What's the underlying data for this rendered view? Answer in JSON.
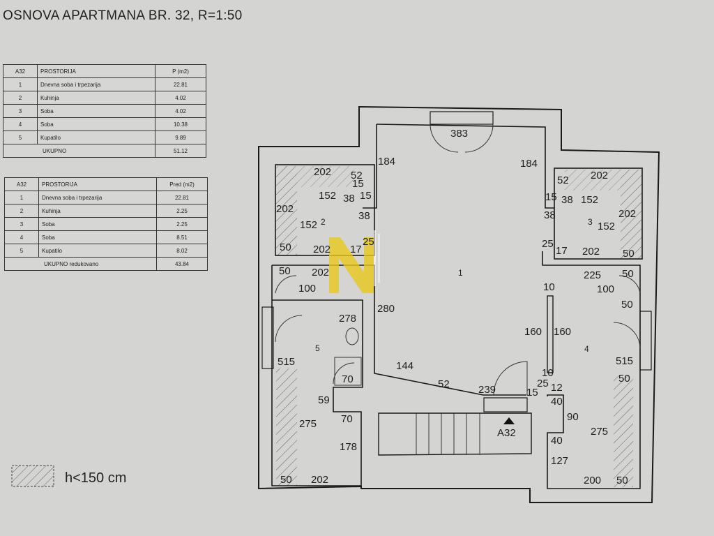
{
  "title": "OSNOVA APARTMANA BR. 32, R=1:50",
  "table_area": {
    "headers": [
      "A32",
      "PROSTORIJA",
      "P (m2)"
    ],
    "rows": [
      [
        "1",
        "Dnevna soba i trpezarija",
        "22.81"
      ],
      [
        "2",
        "Kuhinja",
        "4.02"
      ],
      [
        "3",
        "Soba",
        "4.02"
      ],
      [
        "4",
        "Soba",
        "10.38"
      ],
      [
        "5",
        "Kupatilo",
        "9.89"
      ]
    ],
    "total_label": "UKUPNO",
    "total_value": "51.12"
  },
  "table_reduced": {
    "headers": [
      "A32",
      "PROSTORIJA",
      "Pred (m2)"
    ],
    "rows": [
      [
        "1",
        "Dnevna soba i trpezarija",
        "22.81"
      ],
      [
        "2",
        "Kuhinja",
        "2.25"
      ],
      [
        "3",
        "Soba",
        "2.25"
      ],
      [
        "4",
        "Soba",
        "8.51"
      ],
      [
        "5",
        "Kupatilo",
        "8.02"
      ]
    ],
    "total_label": "UKUPNO redukovano",
    "total_value": "43.84"
  },
  "legend": {
    "label": "h<150 cm"
  },
  "plan": {
    "apartment_tag": "A32",
    "room_numbers": [
      "1",
      "2",
      "3",
      "4",
      "5"
    ],
    "dimensions": {
      "d383": "383",
      "d184a": "184",
      "d184b": "184",
      "d202a": "202",
      "d52a": "52",
      "d15a": "15",
      "d152a": "152",
      "d38a": "38",
      "d15b": "15",
      "d202b": "202",
      "d38b": "38",
      "d152b": "152",
      "d50a": "50",
      "d202c": "202",
      "d17a": "17",
      "d25a": "25",
      "d52b": "52",
      "d202d": "202",
      "d15c": "15",
      "d38c": "38",
      "d152c": "152",
      "d202e": "202",
      "d38d": "38",
      "d152d": "152",
      "d25b": "25",
      "d17b": "17",
      "d202f": "202",
      "d50b": "50",
      "d50c": "50",
      "d202g": "202",
      "d100a": "100",
      "d280": "280",
      "d278": "278",
      "d515a": "515",
      "d70a": "70",
      "d59": "59",
      "d70b": "70",
      "d275a": "275",
      "d178": "178",
      "d50d": "50",
      "d202h": "202",
      "d144": "144",
      "d52c": "52",
      "d239": "239",
      "d15d": "15",
      "d25c": "25",
      "d12": "12",
      "d40a": "40",
      "d90": "90",
      "d40b": "40",
      "d127": "127",
      "d10a": "10",
      "d160a": "160",
      "d160b": "160",
      "d10b": "10",
      "d225": "225",
      "d50e": "50",
      "d100b": "100",
      "d50f": "50",
      "d515b": "515",
      "d50g": "50",
      "d275b": "275",
      "d200": "200",
      "d50h": "50"
    }
  },
  "colors": {
    "background": "#d4d4d2",
    "wall": "#1a1a1a",
    "watermark": "#e8c81a"
  }
}
